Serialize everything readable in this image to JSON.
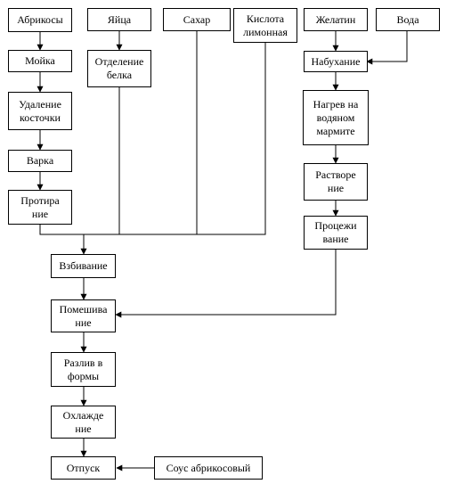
{
  "diagram": {
    "nodes": {
      "apricots": "Абрикосы",
      "eggs": "Яйца",
      "sugar": "Сахар",
      "citric_acid": "Кислота\nлимонная",
      "gelatin": "Желатин",
      "water": "Вода",
      "washing": "Мойка",
      "egg_white_separation": "Отделение\nбелка",
      "swelling": "Набухание",
      "pit_removal": "Удаление\nкосточки",
      "water_bath_heating": "Нагрев на\nводяном\nмармите",
      "boiling": "Варка",
      "dissolving": "Растворе\nние",
      "rubbing": "Протира\nние",
      "straining": "Процежи\nвание",
      "whipping": "Взбивание",
      "stirring": "Помешива\nние",
      "pouring_into_molds": "Разлив в\nформы",
      "cooling": "Охлажде\nние",
      "serving": "Отпуск",
      "apricot_sauce": "Соус абрикосовый"
    }
  }
}
